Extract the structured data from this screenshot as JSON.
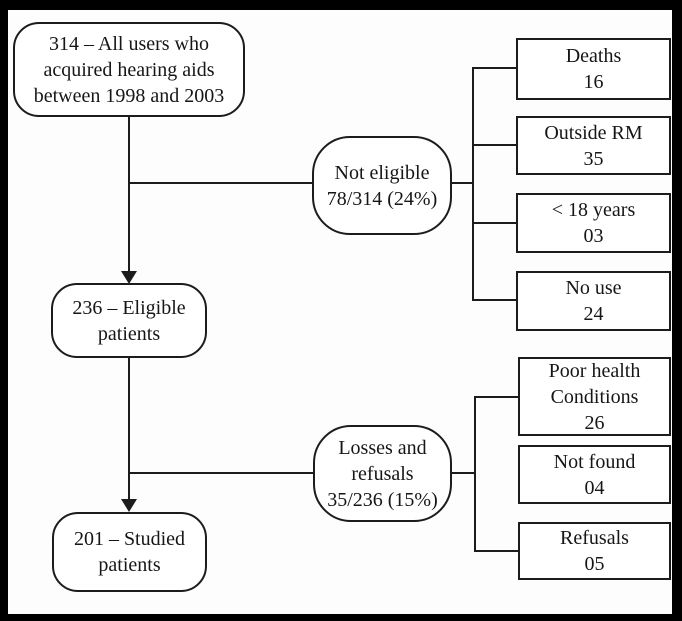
{
  "flowchart": {
    "main_boxes": [
      {
        "lines": [
          "314 – All users who",
          "acquired hearing aids",
          "between 1998 and 2003"
        ]
      },
      {
        "lines": [
          "236 – Eligible",
          "patients"
        ]
      },
      {
        "lines": [
          "201 – Studied",
          "patients"
        ]
      }
    ],
    "branch_boxes": [
      {
        "lines": [
          "Not eligible",
          "78/314 (24%)"
        ]
      },
      {
        "lines": [
          "Losses and",
          "refusals",
          "35/236 (15%)"
        ]
      }
    ],
    "reason_boxes": [
      {
        "lines": [
          "Deaths",
          "16"
        ]
      },
      {
        "lines": [
          "Outside RM",
          "35"
        ]
      },
      {
        "lines": [
          "< 18 years",
          "03"
        ]
      },
      {
        "lines": [
          "No use",
          "24"
        ]
      },
      {
        "lines": [
          "Poor health",
          "Conditions",
          "26"
        ]
      },
      {
        "lines": [
          "Not found",
          "04"
        ]
      },
      {
        "lines": [
          "Refusals",
          "05"
        ]
      }
    ],
    "colors": {
      "line": "#1c1c1c",
      "background": "#ffffff",
      "frame": "#000000"
    }
  }
}
